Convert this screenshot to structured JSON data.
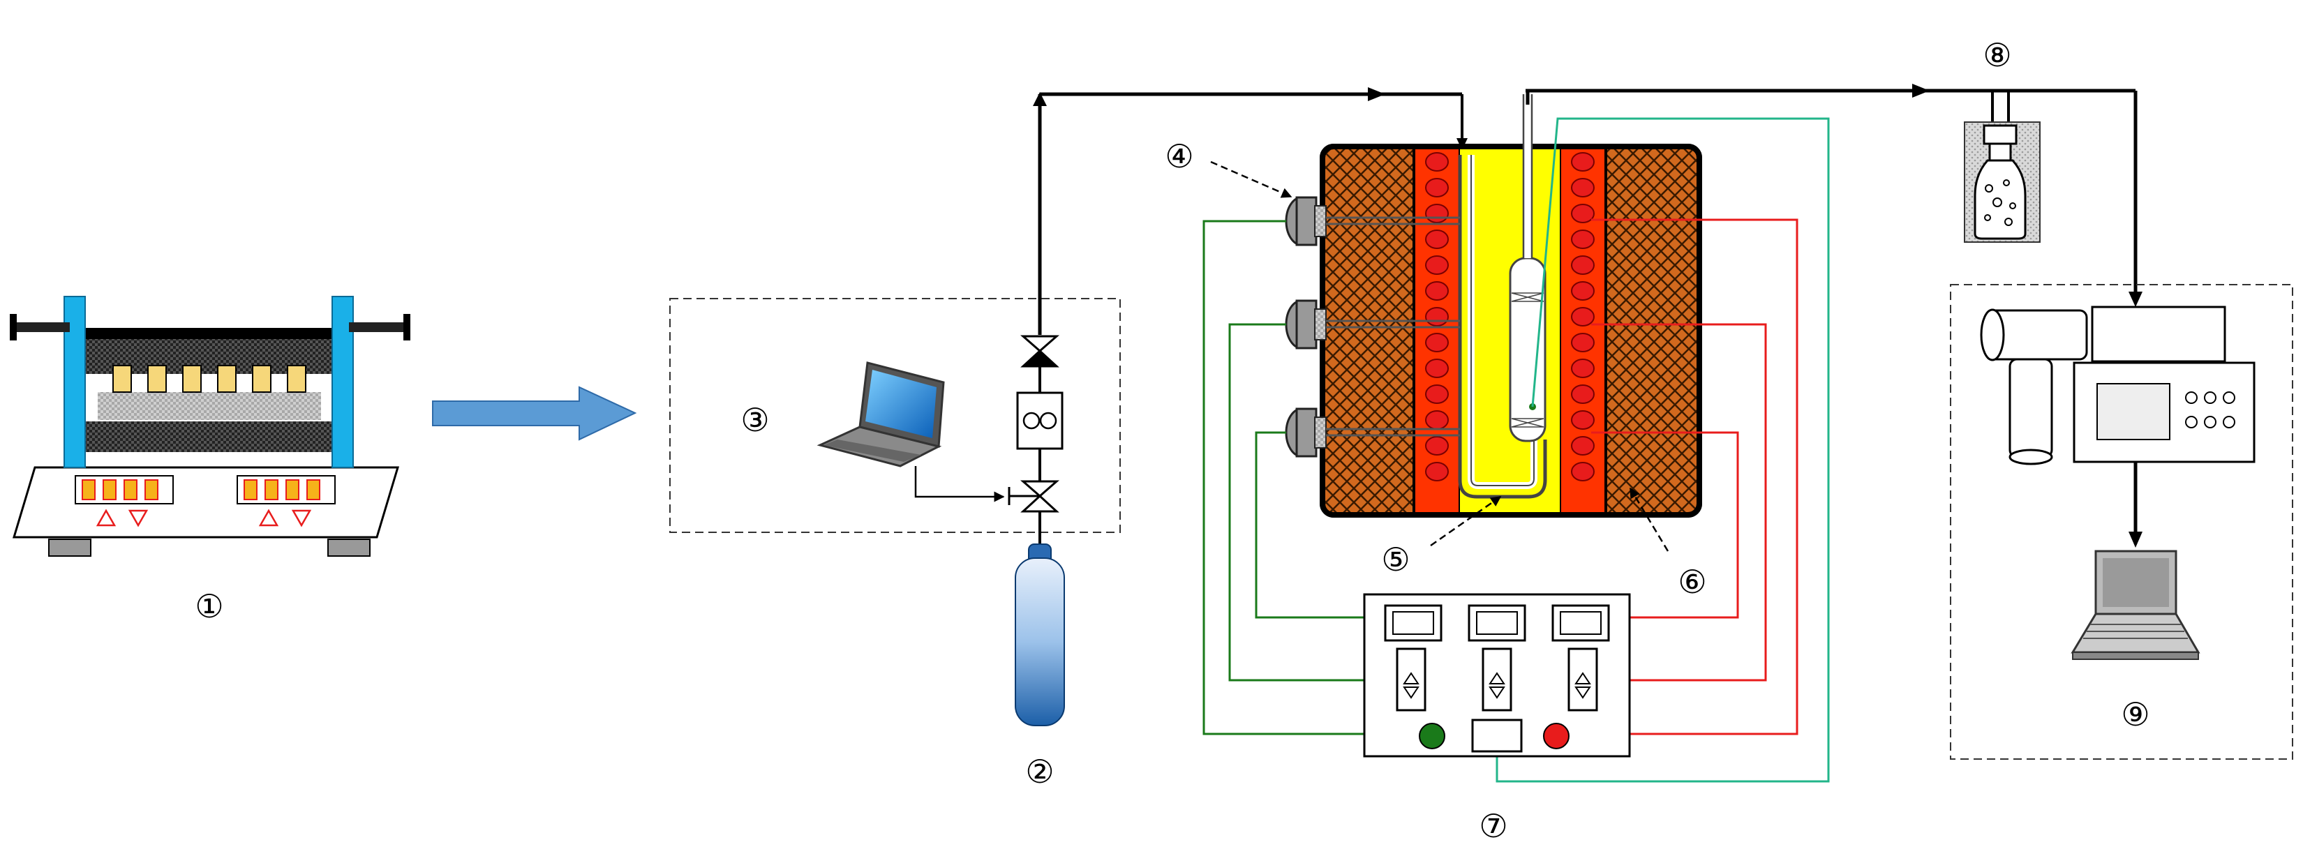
{
  "labels": {
    "n1": "①",
    "n2": "②",
    "n3": "③",
    "n4": "④",
    "n5": "⑤",
    "n6": "⑥",
    "n7": "⑦",
    "n8": "⑧",
    "n9": "⑨"
  },
  "colors": {
    "furnace_brick": "#d2691e",
    "heater_red": "#ff3300",
    "chamber_yellow": "#ffff00",
    "clamp_blue": "#1ab0e8",
    "arrow_blue": "#5b9bd5",
    "wire_red": "#e81c1c",
    "wire_green": "#1a7a1a",
    "wire_teal": "#22b58a"
  }
}
